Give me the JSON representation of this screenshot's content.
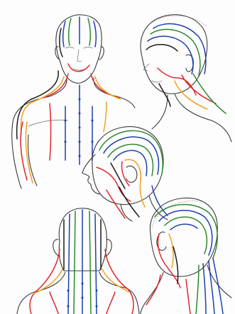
{
  "colors": {
    "background": "#fdfdfd",
    "outline": "#3a3a3a",
    "red": "#e0262b",
    "blue": "#1c3fb0",
    "green": "#2c8a2e",
    "orange": "#f0a020",
    "black": "#1a1a1a"
  },
  "figures": [
    {
      "id": "front-view"
    },
    {
      "id": "three-quarter-view"
    },
    {
      "id": "side-view"
    },
    {
      "id": "back-view"
    },
    {
      "id": "rear-three-quarter-view"
    }
  ]
}
